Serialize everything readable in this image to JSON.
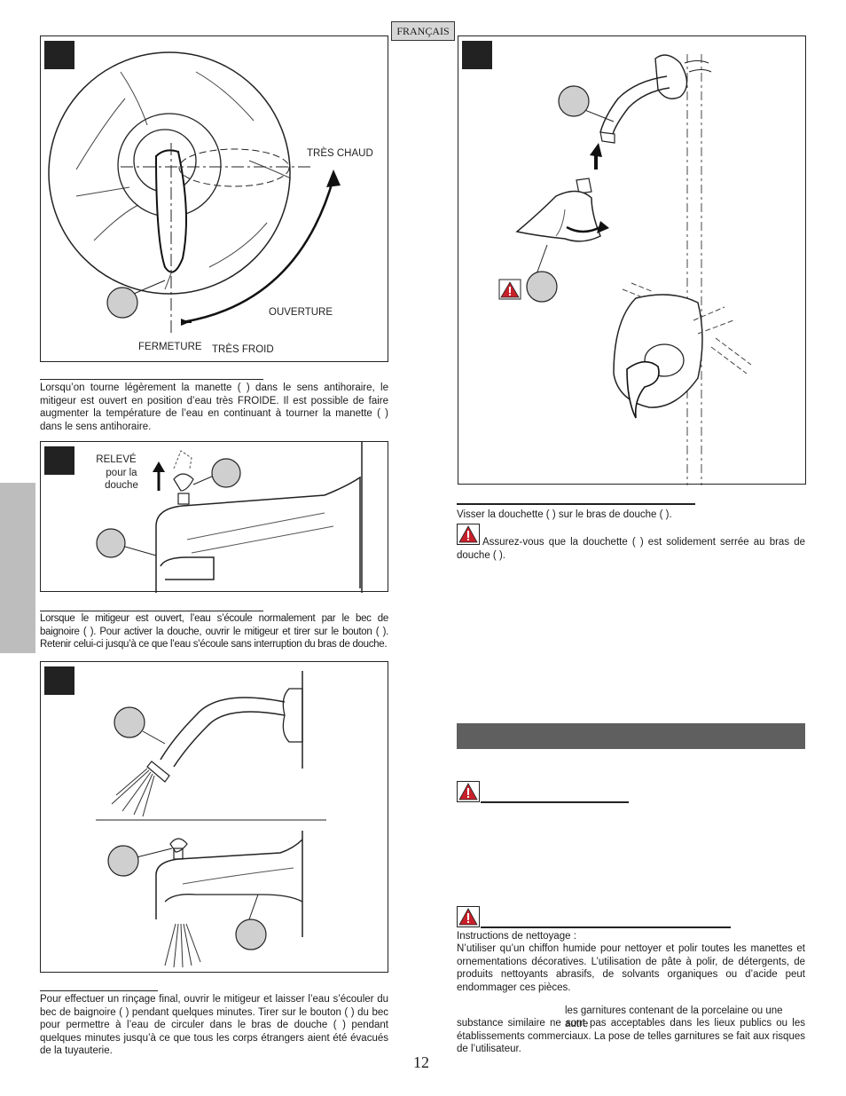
{
  "header": {
    "language_tab": "FRANÇAIS"
  },
  "panel_handle": {
    "label_hot": "TRÈS CHAUD",
    "label_open": "OUVERTURE",
    "label_close": "FERMETURE",
    "label_cold": "TRÈS FROID"
  },
  "paragraph_handle": "Lorsqu’on tourne légèrement la manette (      ) dans le sens antihoraire, le mitigeur est ouvert en position d’eau très FROIDE. Il est possible de faire augmenter la température de l’eau en continuant à tourner la manette (      ) dans le sens antihoraire.",
  "panel_diverter": {
    "label_lifted": [
      "RELEVÉ",
      "pour la",
      "douche"
    ]
  },
  "paragraph_diverter": "Lorsque le mitigeur est ouvert, l’eau s’écoule normalement par le bec de baignoire (      ). Pour activer la douche, ouvrir le mitigeur et tirer sur le bouton (      ). Retenir celui-ci jusqu’à ce que l’eau s’écoule sans interruption du bras de douche.",
  "paragraph_flush": "Pour effectuer un rinçage final, ouvrir le mitigeur et laisser l’eau s’écouler du bec de baignoire (      ) pendant quelques minutes. Tirer sur le bouton (      ) du bec pour permettre à l’eau de circuler dans le bras de douche (      ) pendant quelques minutes jusqu’à ce que tous les corps étrangers aient été évacués de la tuyauterie.",
  "paragraph_showerhead": "Visser la douchette (      ) sur le bras de douche (      ).",
  "warning_showerhead": "Assurez-vous que la douchette (      ) est solidement serrée au bras de douche (      ).",
  "cleaning": {
    "intro": "Instructions de nettoyage :",
    "body": "N’utiliser qu’un chiffon humide pour nettoyer et polir toutes les manettes et ornementations décoratives. L’utilisation de pâte à polir, de détergents, de produits nettoyants abrasifs, de solvants organiques ou d’acide peut endommager ces pièces.",
    "porcelain_lead": "les garnitures contenant de la porcelaine ou une autre",
    "porcelain_rest": "substance similaire ne sont pas acceptables dans les lieux publics ou les établissements commerciaux. La pose de telles garnitures se fait aux risques de l’utilisateur."
  },
  "footer": {
    "page_number": "12"
  },
  "colors": {
    "callout_fill": "#cfcfcf",
    "section_bar": "#5f5f5f",
    "warning_fill": "#c8202a"
  }
}
